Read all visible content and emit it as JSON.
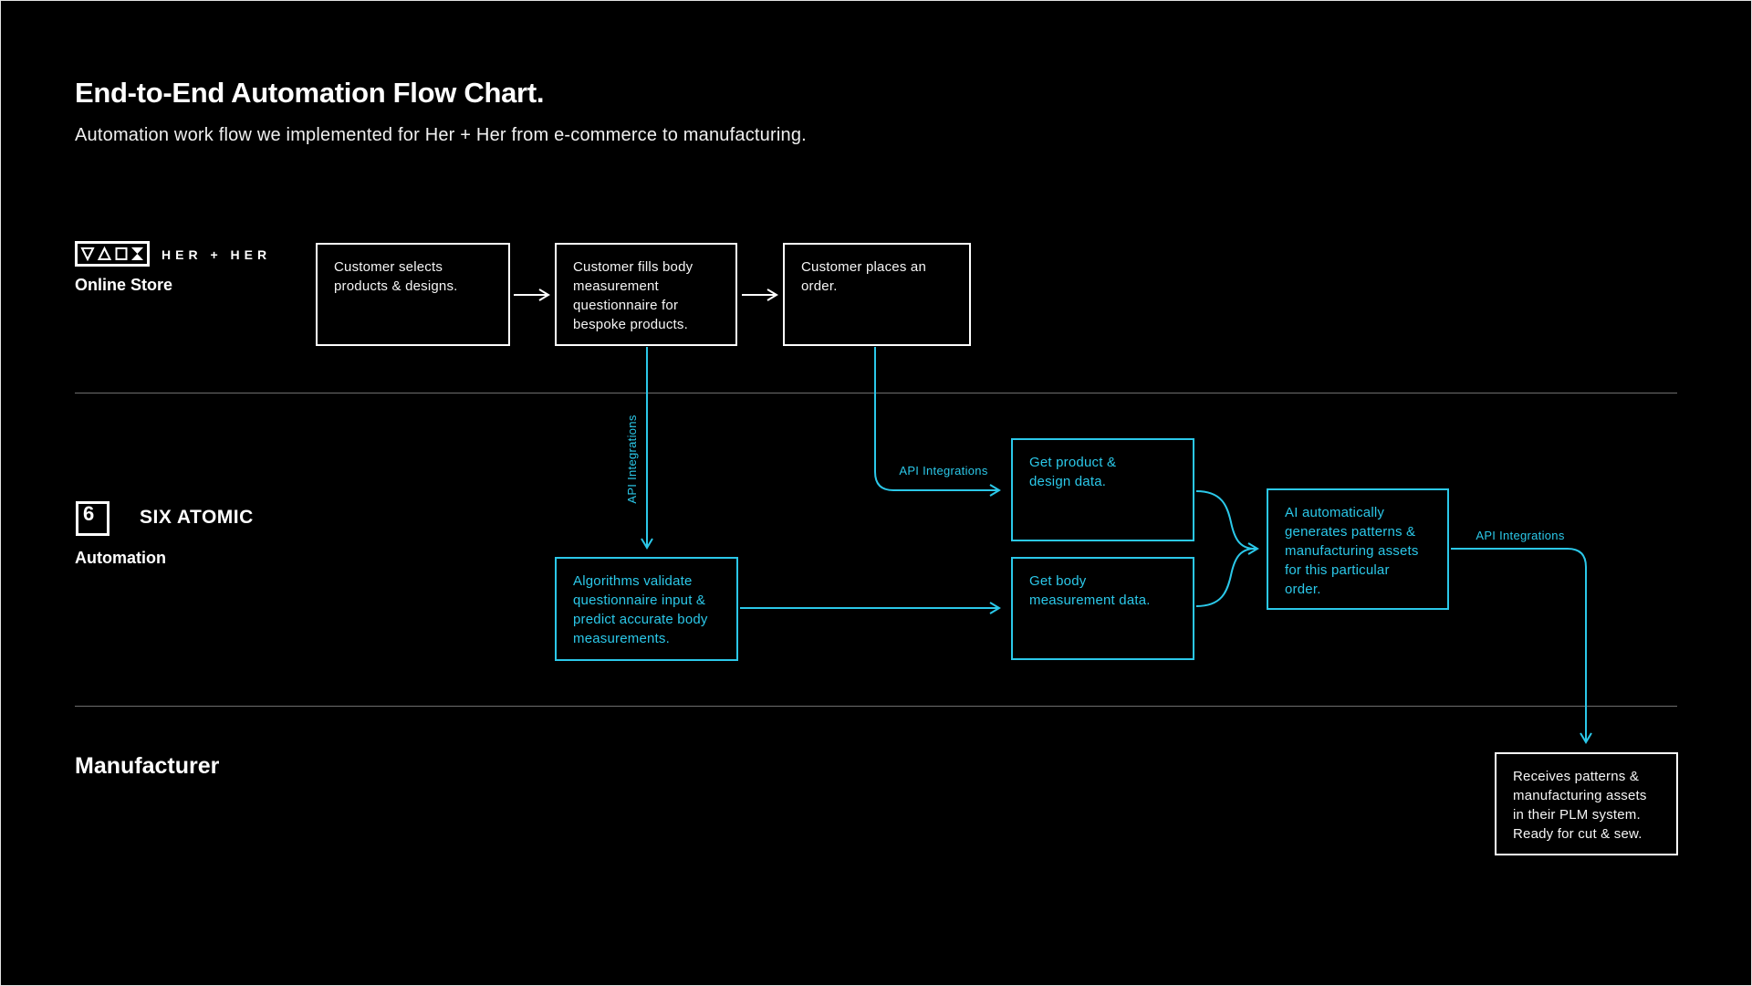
{
  "header": {
    "title": "End-to-End Automation Flow Chart.",
    "subtitle": "Automation work flow we implemented for Her + Her from e-commerce to manufacturing."
  },
  "lanes": {
    "online_store": {
      "brand": "HER + HER",
      "label": "Online Store"
    },
    "automation": {
      "logo_digit": "6",
      "brand": "SIX ATOMIC",
      "label": "Automation"
    },
    "manufacturer": {
      "label": "Manufacturer"
    }
  },
  "nodes": {
    "select_products": "Customer selects\nproducts & designs.",
    "fill_questionnaire": "Customer fills body\nmeasurement\nquestionnaire for\nbespoke products.",
    "place_order": "Customer places an\norder.",
    "algorithms_validate": "Algorithms validate\nquestionnaire input &\npredict accurate body\nmeasurements.",
    "get_product_data": "Get product &\ndesign data.",
    "get_body_data": "Get body\nmeasurement data.",
    "ai_generates": "AI automatically\ngenerates patterns &\nmanufacturing assets\nfor this particular\norder.",
    "receives_patterns": "Receives patterns &\nmanufacturing assets\nin their PLM system.\nReady for cut & sew."
  },
  "connector_labels": {
    "questionnaire_api": "API Integrations",
    "order_api": "API Integrations",
    "ai_api": "API Integrations"
  },
  "colors": {
    "accent_cyan": "#2BC8E9",
    "background": "#000000",
    "box_border_white": "#FFFFFF",
    "divider_gray": "#6E6E6E",
    "frame_border": "#E2E2E2"
  },
  "icons": {
    "vaix_logo": "vaix-geometric-glyphs-icon",
    "six_atomic_logo": "six-digit-square-icon"
  }
}
